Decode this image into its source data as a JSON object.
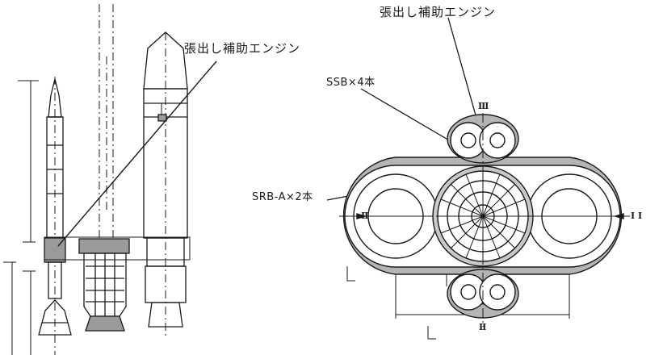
{
  "diagram": {
    "labels": {
      "side_view_engine": "張出し補助エンジン",
      "top_view_engine": "張出し補助エンジン",
      "ssb": "SSB×4本",
      "srb": "SRB-A×2本"
    },
    "roman_marks": {
      "top": "Ⅲ",
      "left": "Ⅱ",
      "right": "Ⅰ Ⅰ",
      "bottom": "Ⅱ"
    },
    "colors": {
      "ink": "#1a1a1a",
      "fill_gray": "#9a9a9a",
      "paper": "#ffffff"
    }
  }
}
